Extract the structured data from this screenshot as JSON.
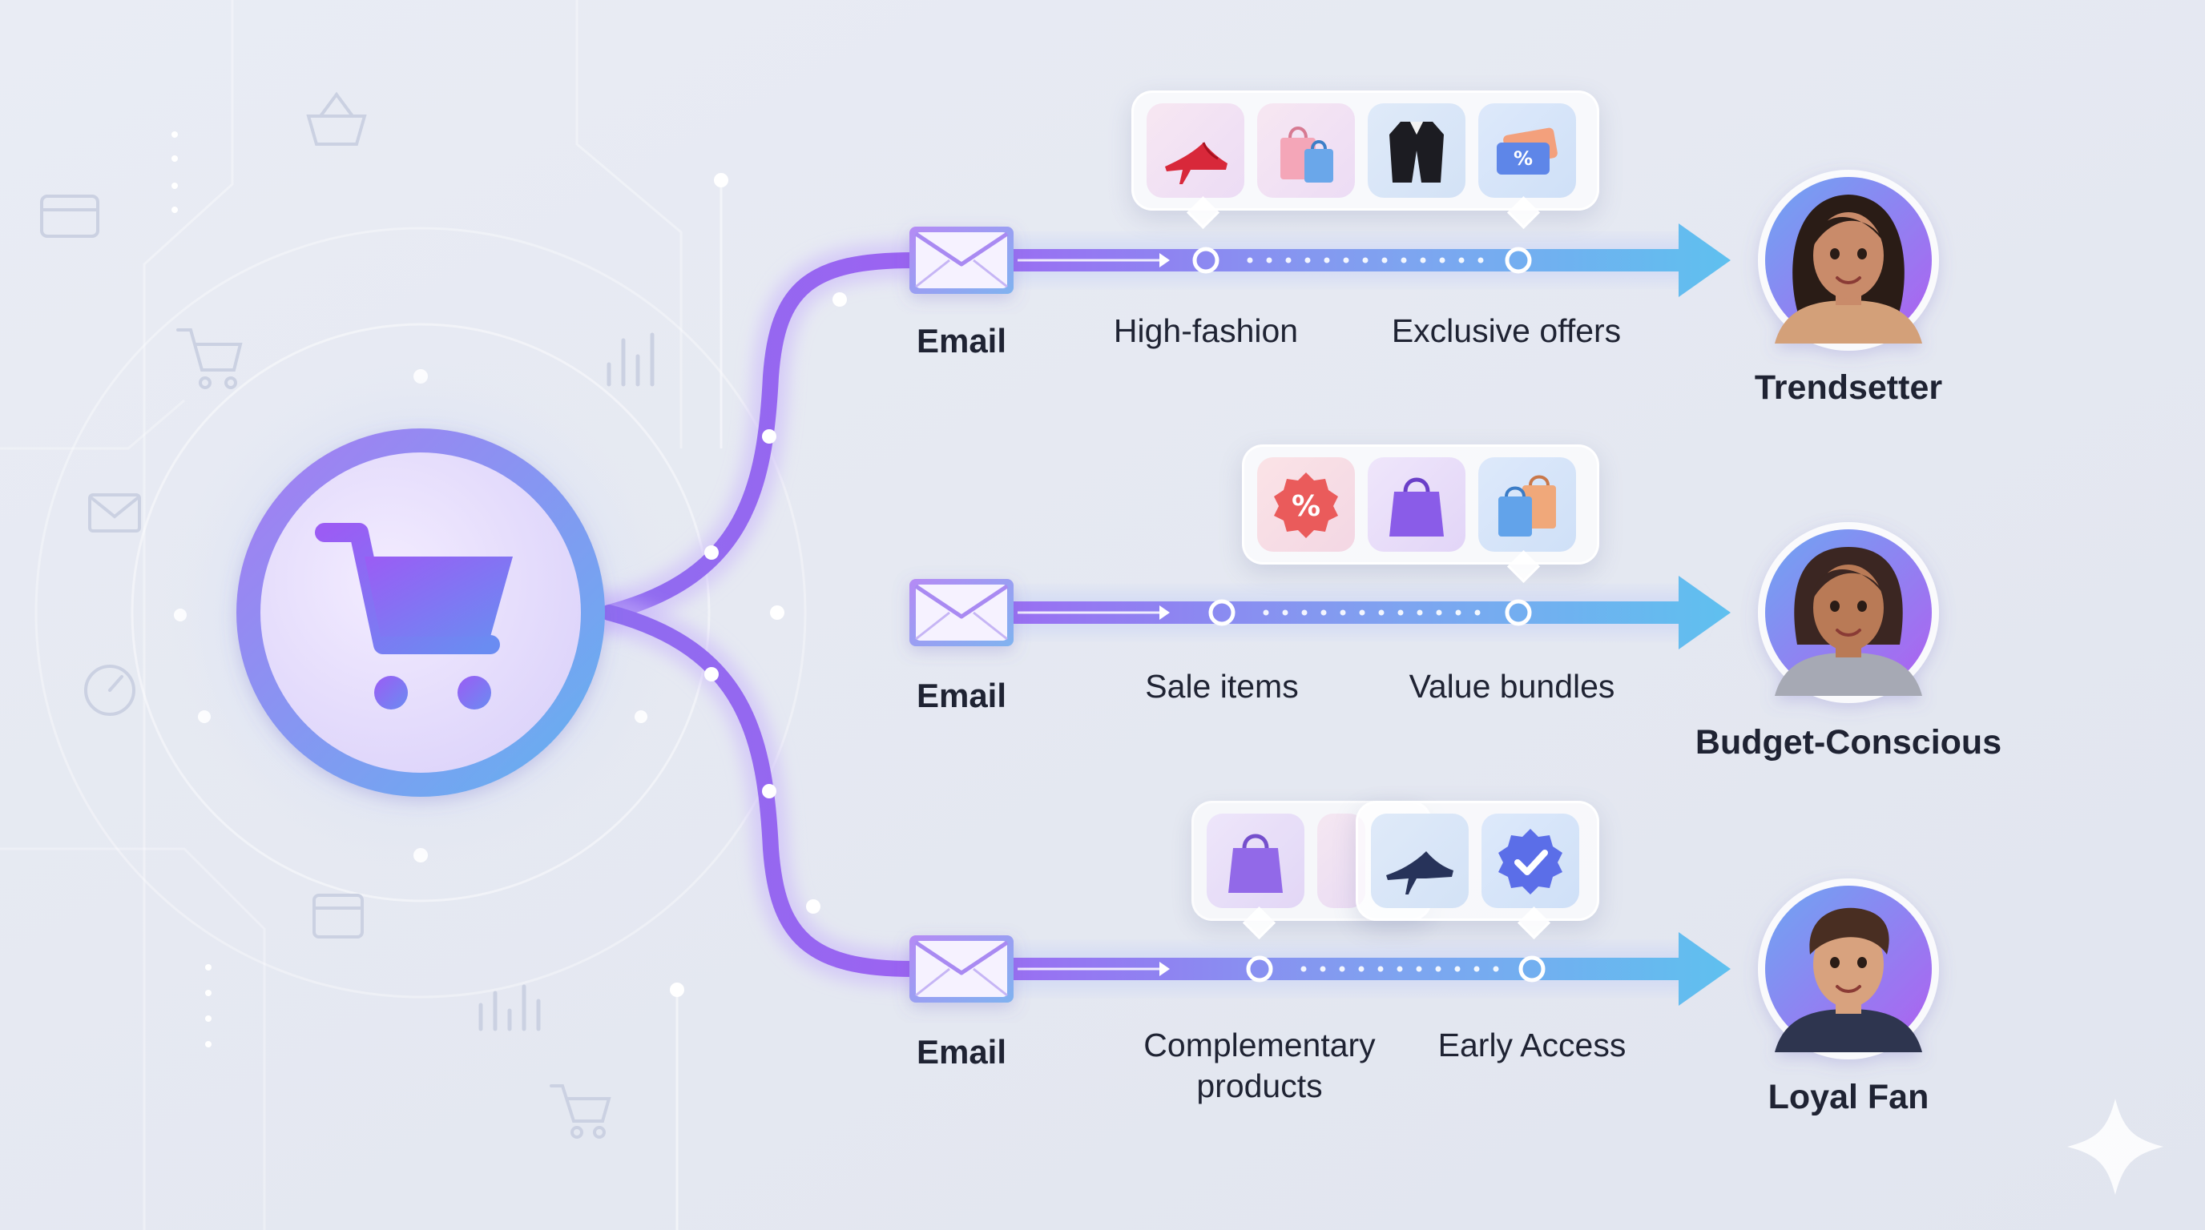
{
  "colors": {
    "accent_purple": "#8b5cf6",
    "accent_blue": "#60b4f0",
    "background": "#e6e9f2",
    "text": "#1f2333"
  },
  "hub": {
    "icon": "shopping-cart-icon"
  },
  "branches": [
    {
      "email_label": "Email",
      "stages": [
        "High-fashion",
        "Exclusive offers"
      ],
      "persona": "Trendsetter",
      "cards": [
        "high-heel-icon",
        "shopping-bags-icon",
        "blazer-icon",
        "coupon-ticket-icon"
      ]
    },
    {
      "email_label": "Email",
      "stages": [
        "Sale items",
        "Value bundles"
      ],
      "persona": "Budget-Conscious",
      "cards": [
        "percent-badge-icon",
        "shopping-bag-icon",
        "shopping-bags-icon"
      ]
    },
    {
      "email_label": "Email",
      "stages": [
        "Complementary products",
        "Early Access"
      ],
      "persona": "Loyal Fan",
      "cards": [
        "shopping-bag-icon",
        "stiletto-icon",
        "verified-badge-icon"
      ]
    }
  ],
  "decorative_icons": [
    "basket-icon",
    "credit-card-icon",
    "cart-icon",
    "envelope-icon",
    "gauge-icon",
    "calendar-icon",
    "bar-chart-icon",
    "sparkle-icon"
  ]
}
